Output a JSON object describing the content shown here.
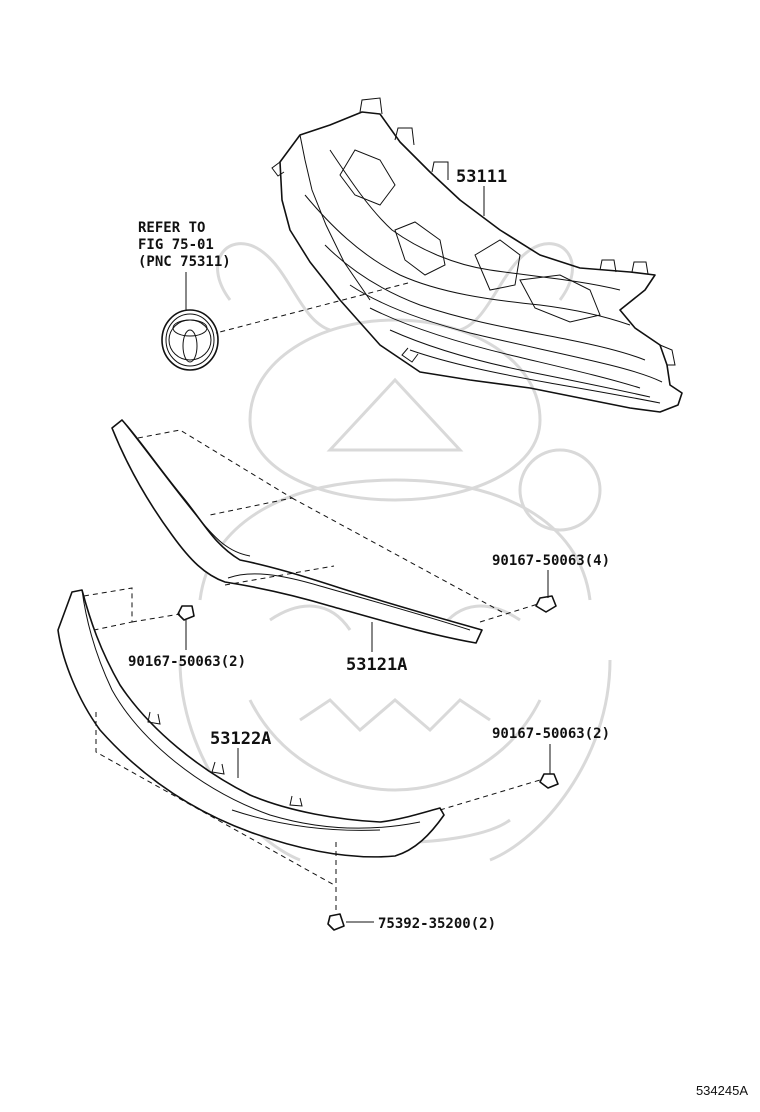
{
  "parts": {
    "grille": "53111",
    "upper_molding": "53121A",
    "lower_molding": "53122A"
  },
  "reference": {
    "line1": "REFER TO",
    "line2": "FIG 75-01",
    "line3": "(PNC 75311)"
  },
  "fasteners": {
    "clip_upper_right": "90167-50063(4)",
    "clip_left": "90167-50063(2)",
    "clip_lower_right": "90167-50063(2)",
    "bottom_clip": "75392-35200(2)"
  },
  "figure_number": "534245A",
  "colors": {
    "ink": "#111111",
    "watermark": "#d9d9d9",
    "background": "#ffffff"
  },
  "icons": {
    "emblem": "toyota-emblem-icon",
    "clip": "clip-icon",
    "watermark": "samurai-helmet-watermark"
  }
}
